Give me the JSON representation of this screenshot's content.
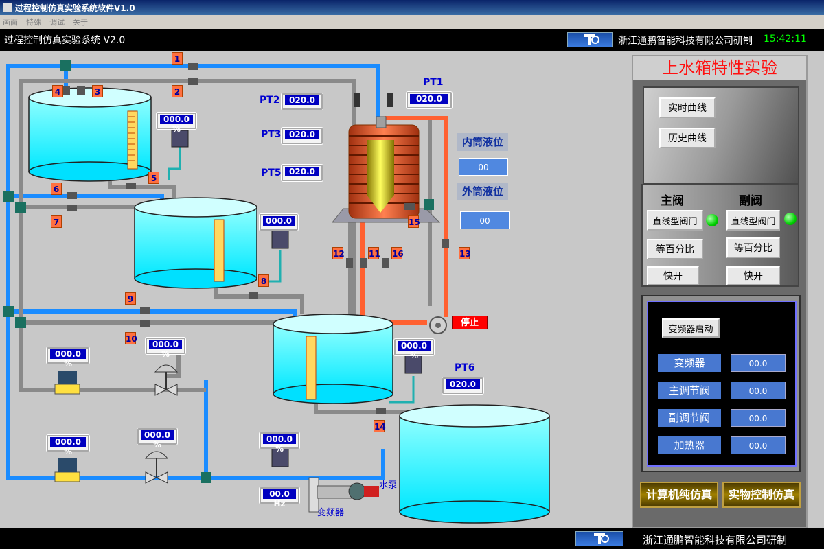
{
  "window": {
    "title": "过程控制仿真实验系统软件V1.0",
    "menu": [
      "画面",
      "特殊",
      "调试",
      "关于"
    ]
  },
  "header": {
    "system_name": "过程控制仿真实验系统 V2.0",
    "company": "浙江通鹏智能科技有限公司研制",
    "clock": "15:42:11"
  },
  "footer": {
    "company": "浙江通鹏智能科技有限公司研制"
  },
  "process": {
    "pressure": {
      "PT1": {
        "label": "PT1",
        "value": "020.0"
      },
      "PT2": {
        "label": "PT2",
        "value": "020.0"
      },
      "PT3": {
        "label": "PT3",
        "value": "020.0"
      },
      "PT5": {
        "label": "PT5",
        "value": "020.0"
      },
      "PT6": {
        "label": "PT6",
        "value": "020.0"
      }
    },
    "upper_tank_level": "000.0  %",
    "middle_tank_level": "000.0",
    "lower_tank_level": "000.0  %",
    "valve_pct_1": "000.0  %",
    "valve_pct_2": "000.0  %",
    "electric_valve_1": "000.0  %",
    "electric_valve_2": "000.0  %",
    "pump_flow": "000.0  %",
    "frequency": "00.0 Hz",
    "inner_level_label": "内筒液位",
    "inner_level_value": "00",
    "outer_level_label": "外筒液位",
    "outer_level_value": "00",
    "stop_label": "停止",
    "pump_label": "水泵",
    "inverter_label": "变频器",
    "valve_numbers": [
      "1",
      "2",
      "3",
      "4",
      "5",
      "6",
      "7",
      "8",
      "9",
      "10",
      "11",
      "12",
      "13",
      "14",
      "15",
      "16"
    ]
  },
  "panel": {
    "title": "上水箱特性实验",
    "realtime_curve": "实时曲线",
    "history_curve": "历史曲线",
    "main_valve": "主阀",
    "sub_valve": "副阀",
    "linear_valve": "直线型阀门",
    "equal_pct": "等百分比",
    "quick_open": "快开",
    "inverter_start": "变频器启动",
    "controls": [
      {
        "label": "变频器",
        "value": "00.0"
      },
      {
        "label": "主调节阀",
        "value": "00.0"
      },
      {
        "label": "副调节阀",
        "value": "00.0"
      },
      {
        "label": "加热器",
        "value": "00.0"
      }
    ],
    "computer_sim": "计算机纯仿真",
    "physical_ctrl": "实物控制仿真",
    "led_color": "#00d000"
  },
  "colors": {
    "water": "#00ffff",
    "pipe_blue": "#1a8cff",
    "pipe_gray": "#8a8a8a",
    "pipe_hot": "#ff6030"
  }
}
